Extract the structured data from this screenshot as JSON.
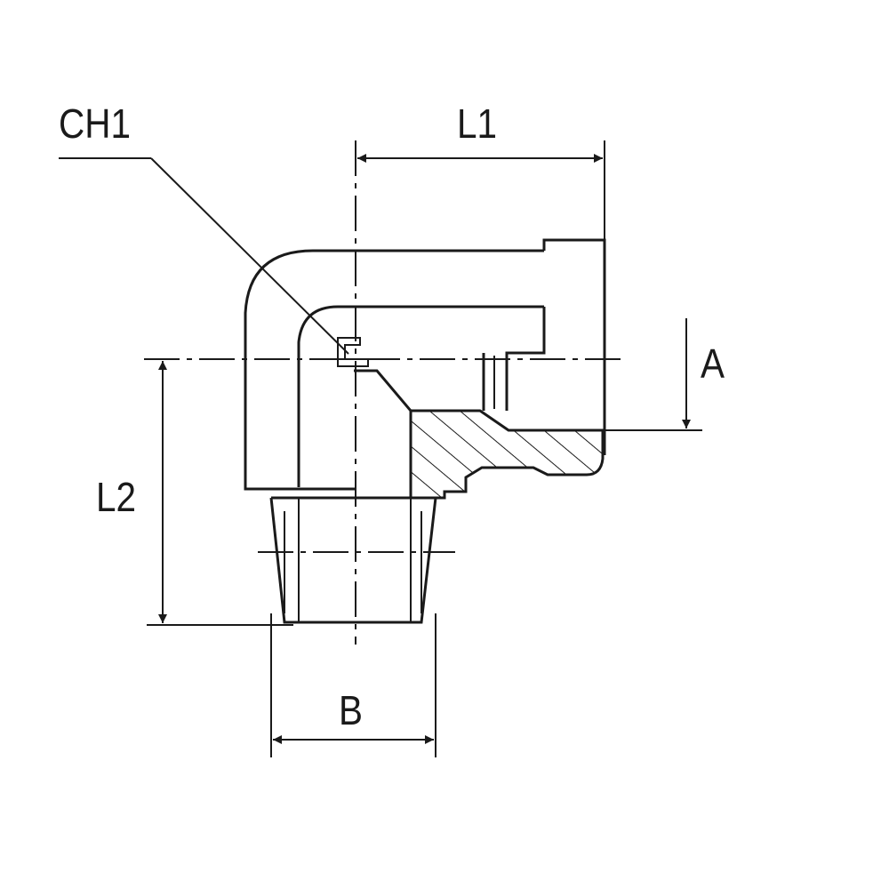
{
  "diagram": {
    "labels": {
      "ch1": "CH1",
      "l1": "L1",
      "a": "A",
      "l2": "L2",
      "b": "B"
    },
    "colors": {
      "stroke": "#1a1a1a",
      "background": "#ffffff"
    }
  }
}
